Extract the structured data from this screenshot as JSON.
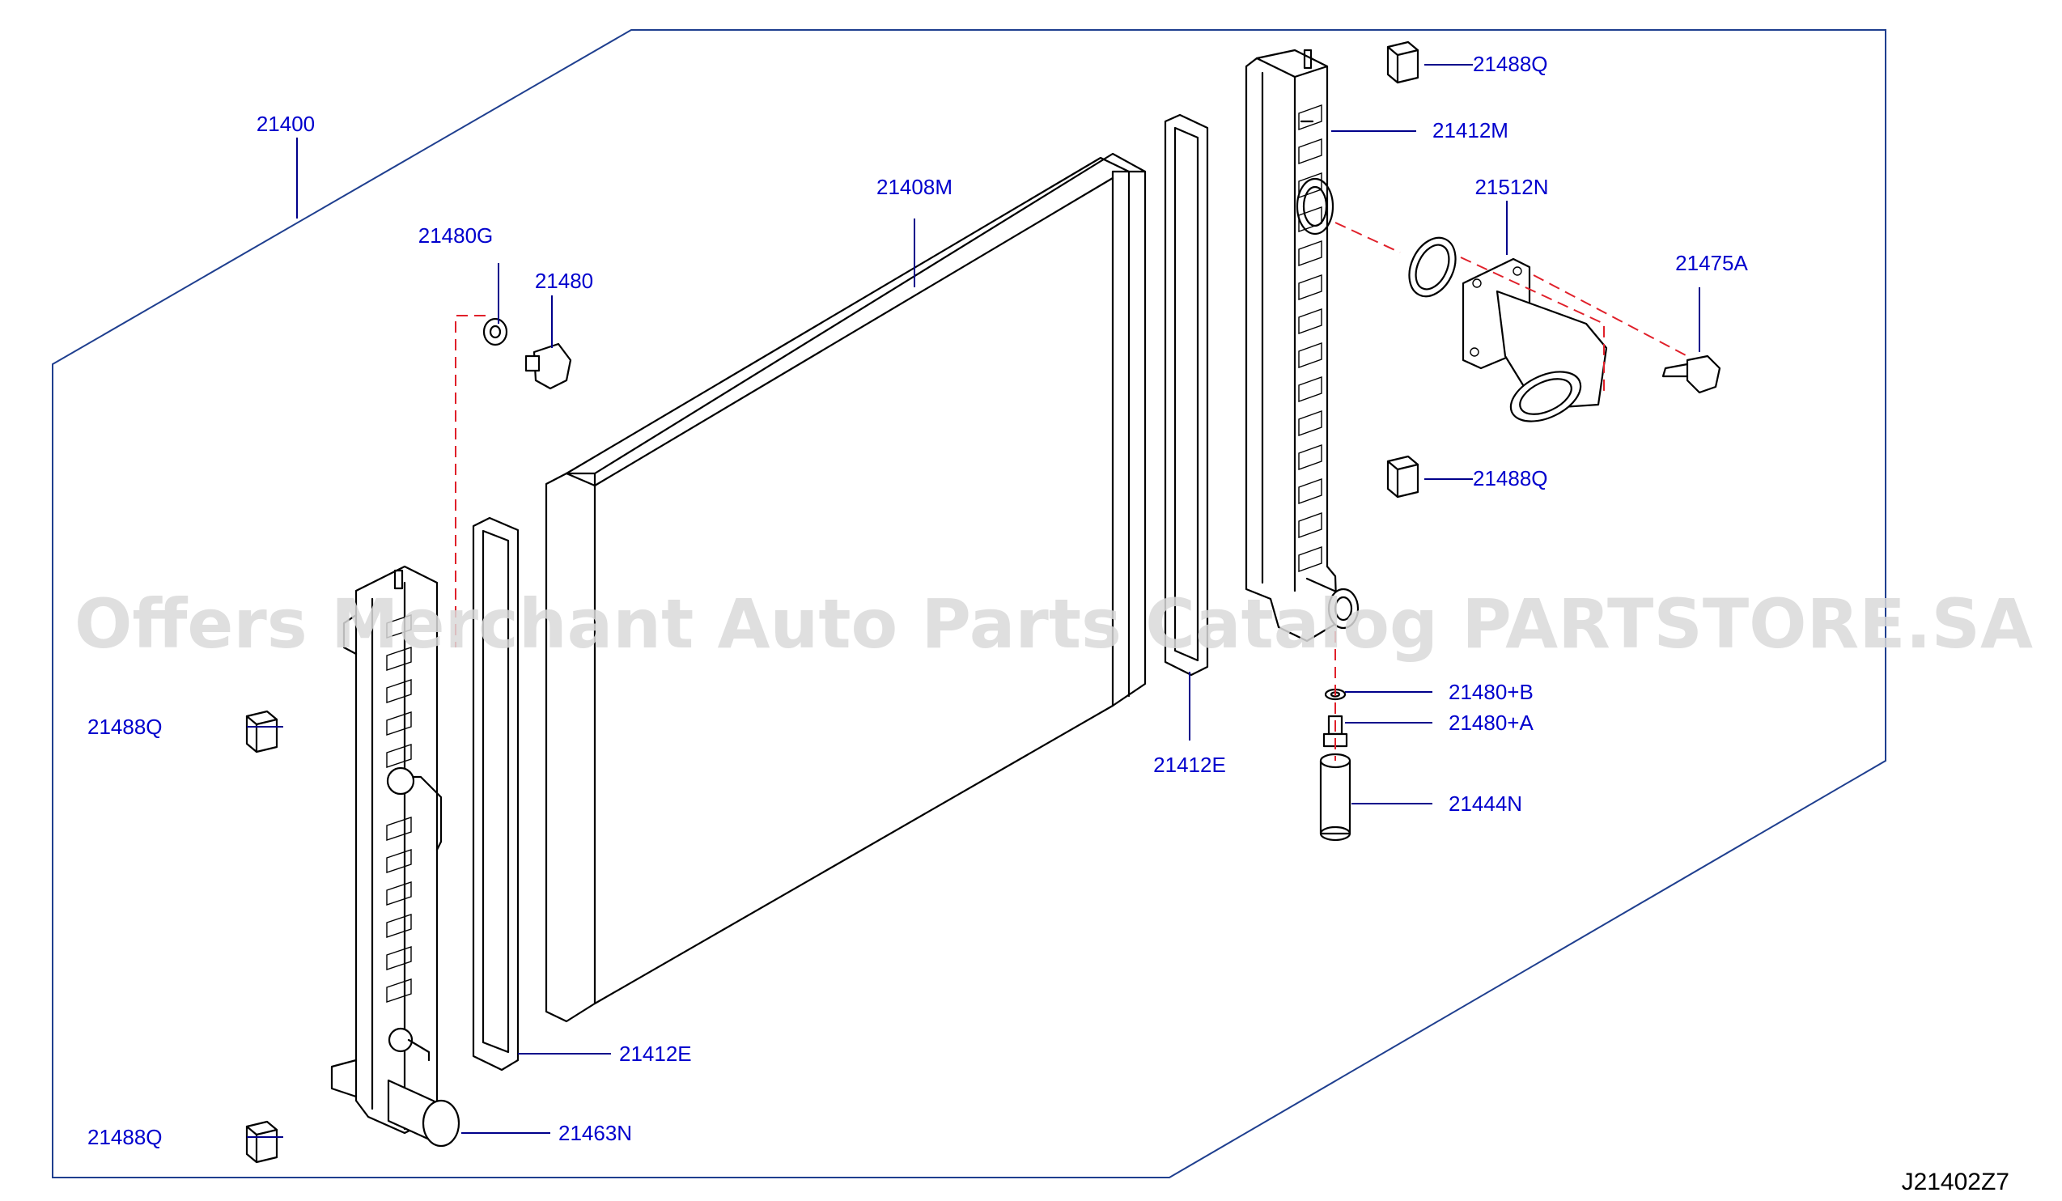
{
  "diagram": {
    "part_numbers": {
      "assembly": "21400",
      "core": "21408M",
      "drain_cock_washer": "21480G",
      "drain_cock": "21480",
      "seal_center": "21412E",
      "seal_left": "21412E",
      "tank_right": "21412M",
      "mount_top_right": "21488Q",
      "mount_mid_right": "21488Q",
      "mount_left_upper": "21488Q",
      "mount_left_lower": "21488Q",
      "inlet_housing": "21512N",
      "bolt": "21475A",
      "washer_b": "21480+B",
      "plug_a": "21480+A",
      "sleeve": "21444N",
      "cap_left": "21463N"
    },
    "diagram_code": "J21402Z7",
    "watermark": "Offers Merchant Auto Parts Catalog PARTSTORE.SA"
  },
  "colors": {
    "label_text": "#0000cd",
    "leader_line": "#00008b",
    "frame_line": "#1f3f8f",
    "part_outline": "#000000",
    "dashed_guide": "#e0202a",
    "watermark": "#d9d9d9",
    "background": "#ffffff"
  }
}
